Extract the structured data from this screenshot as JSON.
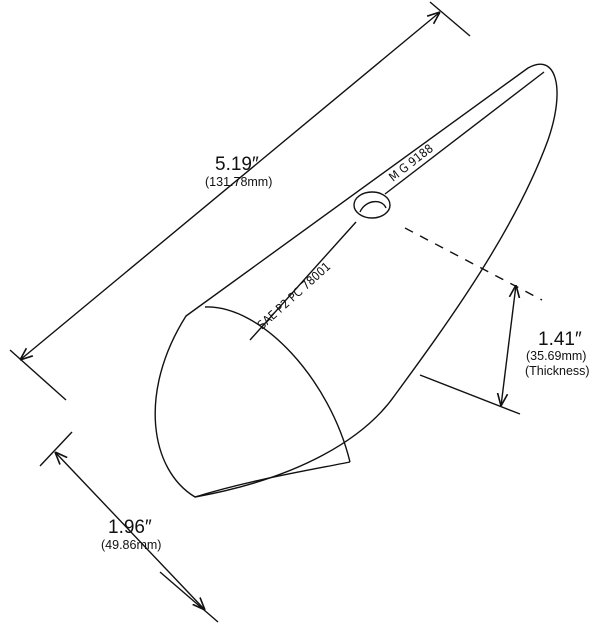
{
  "dimensions": {
    "length": {
      "imperial": "5.19″",
      "metric": "(131.78mm)"
    },
    "width": {
      "imperial": "1.96″",
      "metric": "(49.86mm)"
    },
    "thickness": {
      "imperial": "1.41″",
      "metric": "(35.69mm)",
      "note": "(Thickness)"
    }
  },
  "markings": {
    "lower": "SAE P2 PC 78001",
    "upper": "M G 9188"
  },
  "colors": {
    "line": "#111111",
    "background": "#ffffff"
  }
}
